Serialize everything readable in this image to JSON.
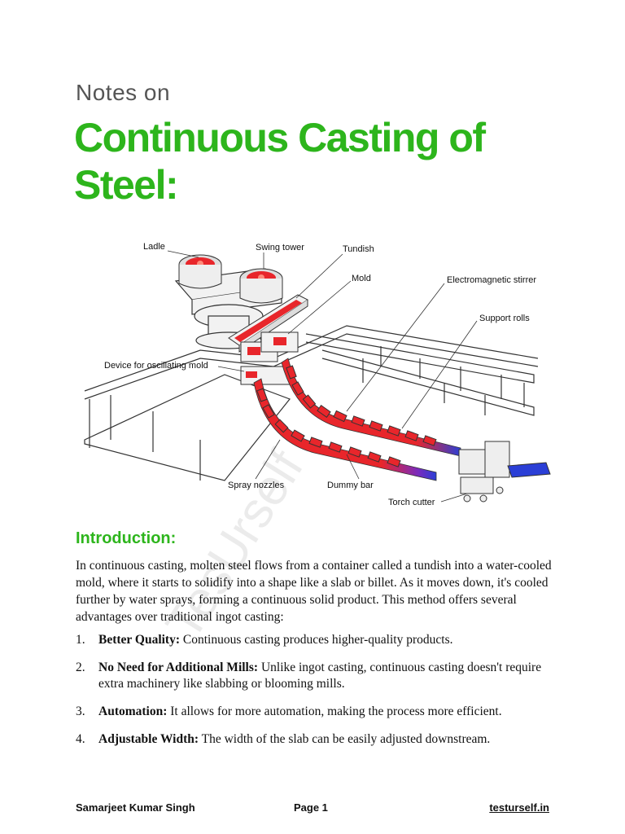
{
  "header": {
    "kicker": "Notes on",
    "title": "Continuous Casting of Steel:"
  },
  "figure": {
    "labels": {
      "ladle": "Ladle",
      "swing_tower": "Swing tower",
      "tundish": "Tundish",
      "mold": "Mold",
      "em_stirrer": "Electromagnetic stirrer",
      "support_rolls": "Support rolls",
      "oscillating_device": "Device for oscillating mold",
      "spray_nozzles": "Spray nozzles",
      "dummy_bar": "Dummy bar",
      "torch_cutter": "Torch cutter"
    },
    "colors": {
      "molten": "#e8262b",
      "cooled": "#2b3fd6",
      "structure": "#333333"
    }
  },
  "intro": {
    "heading": "Introduction:",
    "paragraph": "In continuous casting, molten steel flows from a container called a tundish into a water-cooled mold, where it starts to solidify into a shape like a slab or billet. As it moves down, it's cooled further by water sprays, forming a continuous solid product. This method offers several advantages over traditional ingot casting:"
  },
  "advantages": [
    {
      "num": "1.",
      "term": "Better Quality:",
      "text": " Continuous casting produces higher-quality products."
    },
    {
      "num": "2.",
      "term": "No Need for Additional Mills:",
      "text": " Unlike ingot casting, continuous casting doesn't require extra machinery like slabbing or blooming mills."
    },
    {
      "num": "3.",
      "term": "Automation:",
      "text": " It allows for more automation, making the process more efficient."
    },
    {
      "num": "4.",
      "term": "Adjustable Width:",
      "text": " The width of the slab can be easily adjusted downstream."
    }
  ],
  "watermark": "TesUrself",
  "footer": {
    "author": "Samarjeet Kumar Singh",
    "page": "Page 1",
    "site": "testurself.in"
  }
}
